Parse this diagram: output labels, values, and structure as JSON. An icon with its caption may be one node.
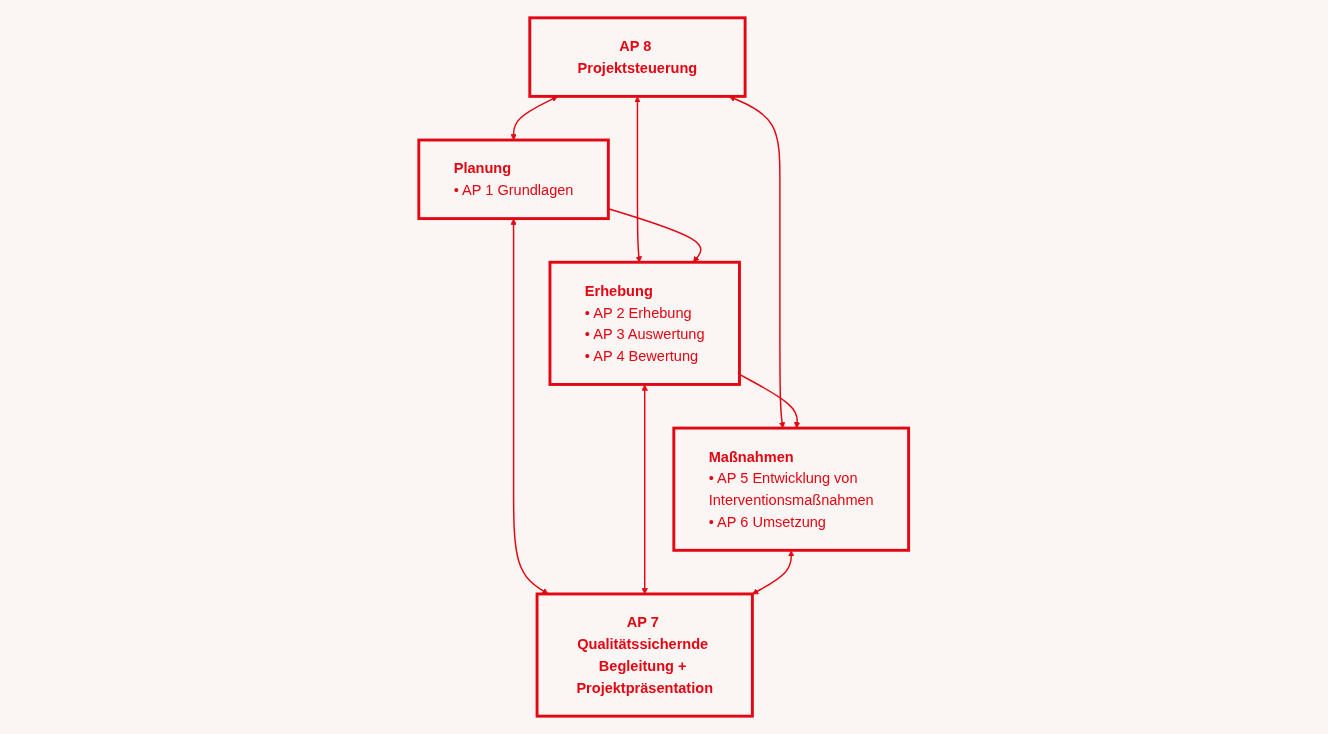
{
  "diagram": {
    "nodes": [
      {
        "text": [
          "AP 8 Projektsteuerung"
        ]
      },
      {
        "text": [
          "Planung",
          "• AP 1 Grundlagen"
        ]
      },
      {
        "text": [
          "Erhebung",
          "• AP 2 Erhebung",
          "• AP 3 Auswertung",
          "• AP 4 Bewertung"
        ]
      },
      {
        "text": [
          "Maßnahmen",
          "• AP 5 Entwicklung von Interventionsmaßnahmen",
          "• AP 6 Umsetzung"
        ]
      },
      {
        "text": [
          "AP 7 Qualitätssichernde Begleitung + Projektpräsentation"
        ]
      }
    ],
    "edges": [
      {
        "from": 0,
        "to": 1,
        "arrow": "both"
      },
      {
        "from": 0,
        "to": 2,
        "arrow": "both"
      },
      {
        "from": 0,
        "to": 3,
        "arrow": "both"
      },
      {
        "from": 1,
        "to": 2,
        "arrow": "to"
      },
      {
        "from": 2,
        "to": 3,
        "arrow": "to"
      },
      {
        "from": 1,
        "to": 4,
        "arrow": "both"
      },
      {
        "from": 2,
        "to": 4,
        "arrow": "both"
      },
      {
        "from": 3,
        "to": 4,
        "arrow": "both"
      }
    ]
  }
}
